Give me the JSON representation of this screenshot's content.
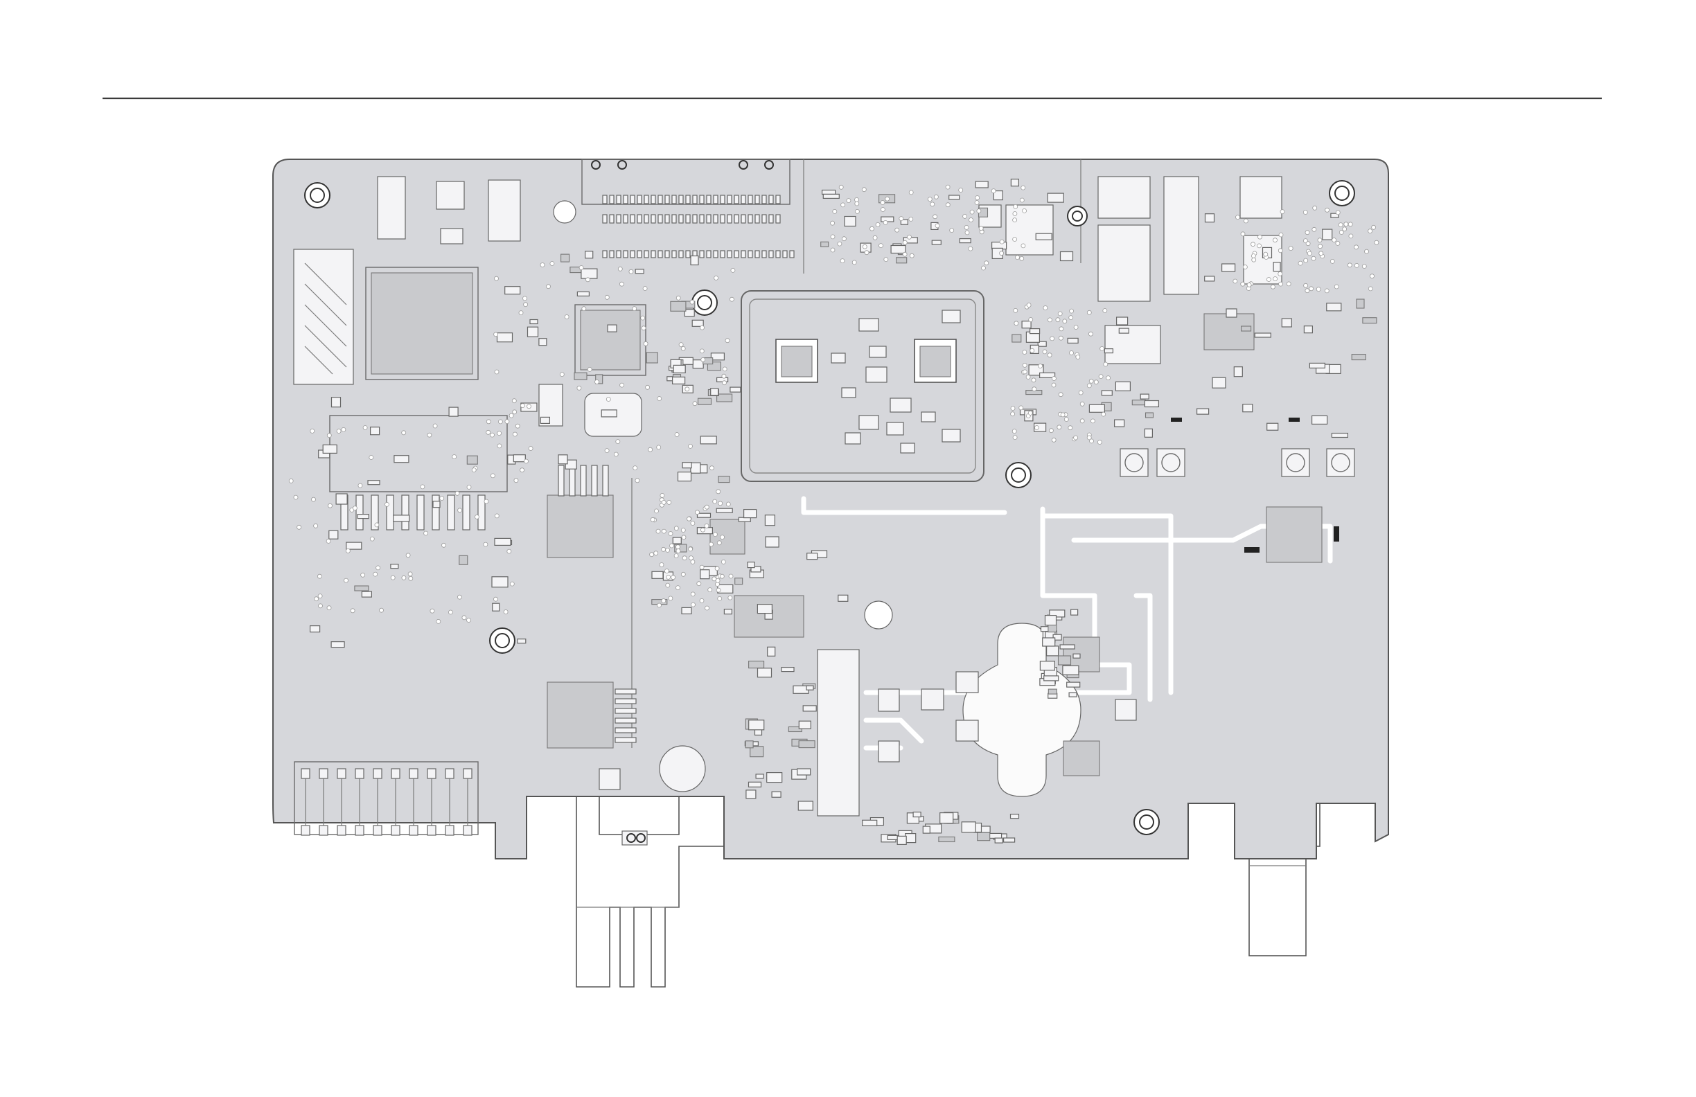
{
  "figure": {
    "title": "",
    "description_text": ""
  },
  "colors": {
    "board": "#d6d7db",
    "outline": "#555555",
    "traces": "#ffffff",
    "dark_marks": "#222222"
  },
  "parts": {
    "mounting_holes": 7,
    "qfp_packages": 2,
    "edge_connectors": 3,
    "shielded_sections": 1
  }
}
